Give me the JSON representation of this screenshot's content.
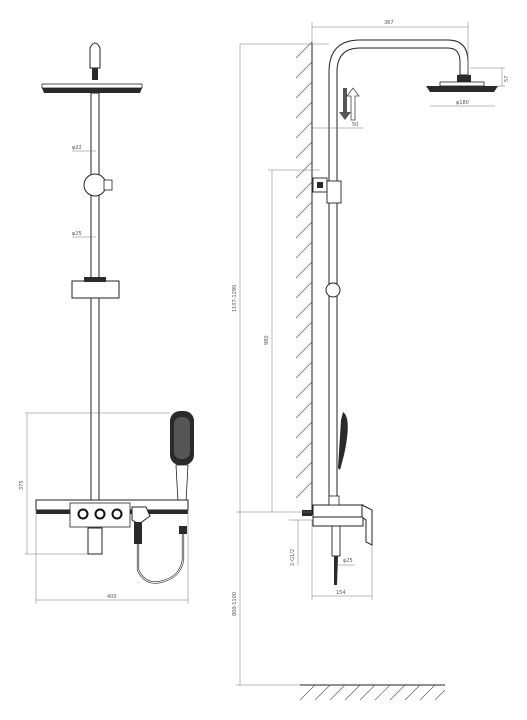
{
  "front_view": {
    "pipe_diameter_upper": "φ22",
    "pipe_diameter_lower": "φ25",
    "height_label": "375",
    "width_label": "400"
  },
  "side_view": {
    "top_width": "367",
    "head_height": "57",
    "head_diameter": "φ180",
    "bracket_offset": "50",
    "total_height": "1107-1290",
    "rail_height": "980",
    "inlet_spacing": "2-G1/2",
    "outlet_diameter": "φ25",
    "depth": "154",
    "mount_height": "800-1100"
  }
}
